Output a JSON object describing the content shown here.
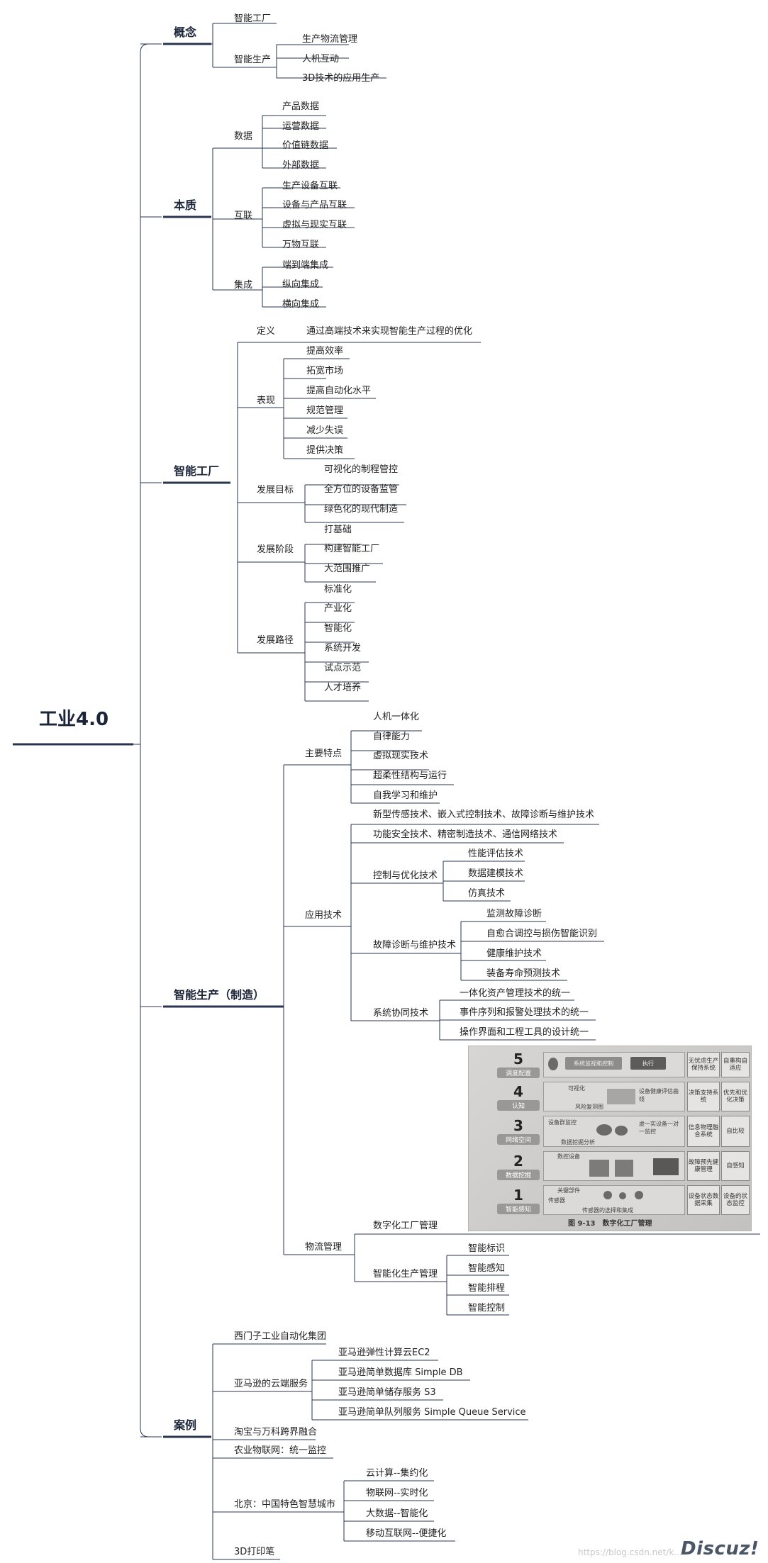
{
  "root": "工业4.0",
  "branches": {
    "concept": {
      "title": "概念",
      "smart_factory": "智能工厂",
      "smart_production": "智能生产",
      "production_items": [
        "生产物流管理",
        "人机互动",
        "3D技术的应用生产"
      ]
    },
    "essence": {
      "title": "本质",
      "data_label": "数据",
      "data_items": [
        "产品数据",
        "运营数据",
        "价值链数据",
        "外部数据"
      ],
      "interconnect_label": "互联",
      "interconnect_items": [
        "生产设备互联",
        "设备与产品互联",
        "虚拟与现实互联",
        "万物互联"
      ],
      "integration_label": "集成",
      "integration_items": [
        "端到端集成",
        "纵向集成",
        "横向集成"
      ]
    },
    "smart_factory": {
      "title": "智能工厂",
      "definition_label": "定义",
      "definition_text": "通过高端技术来实现智能生产过程的优化",
      "perf_label": "表现",
      "perf_items": [
        "提高效率",
        "拓宽市场",
        "提高自动化水平",
        "规范管理",
        "减少失误",
        "提供决策"
      ],
      "goal_label": "发展目标",
      "goal_items": [
        "可视化的制程管控",
        "全方位的设备监管",
        "绿色化的现代制造"
      ],
      "stage_label": "发展阶段",
      "stage_items": [
        "打基础",
        "构建智能工厂",
        "大范围推广"
      ],
      "path_label": "发展路径",
      "path_items": [
        "标准化",
        "产业化",
        "智能化",
        "系统开发",
        "试点示范",
        "人才培养"
      ]
    },
    "smart_production": {
      "title": "智能生产（制造）",
      "features_label": "主要特点",
      "features_items": [
        "人机一体化",
        "自律能力",
        "虚拟现实技术",
        "超柔性结构与运行",
        "自我学习和维护"
      ],
      "apptech_label": "应用技术",
      "apptech_line1": "新型传感技术、嵌入式控制技术、故障诊断与维护技术",
      "apptech_line2": "功能安全技术、精密制造技术、通信网络技术",
      "control_label": "控制与优化技术",
      "control_items": [
        "性能评估技术",
        "数据建模技术",
        "仿真技术"
      ],
      "fault_label": "故障诊断与维护技术",
      "fault_items": [
        "监测故障诊断",
        "自愈合调控与损伤智能识别",
        "健康维护技术",
        "装备寿命预测技术"
      ],
      "sync_label": "系统协同技术",
      "sync_items": [
        "一体化资产管理技术的统一",
        "事件序列和报警处理技术的统一",
        "操作界面和工程工具的设计统一"
      ],
      "logistics_label": "物流管理",
      "digital_factory": "数字化工厂管理",
      "smart_mgmt_label": "智能化生产管理",
      "smart_mgmt_items": [
        "智能标识",
        "智能感知",
        "智能排程",
        "智能控制"
      ]
    },
    "cases": {
      "title": "案例",
      "siemens": "西门子工业自动化集团",
      "amazon_label": "亚马逊的云端服务",
      "amazon_items": [
        "亚马逊弹性计算云EC2",
        "亚马逊简单数据库 Simple DB",
        "亚马逊简单储存服务 S3",
        "亚马逊简单队列服务 Simple Queue Service"
      ],
      "taobao": "淘宝与万科跨界融合",
      "agri": "农业物联网：统一监控",
      "beijing_label": "北京：中国特色智慧城市",
      "beijing_items": [
        "云计算--集约化",
        "物联网--实时化",
        "大数据--智能化",
        "移动互联网--便捷化"
      ],
      "printing": "3D打印笔"
    }
  },
  "figure": {
    "levels": [
      {
        "num": "5",
        "name": "调度配置"
      },
      {
        "num": "4",
        "name": "认知"
      },
      {
        "num": "3",
        "name": "网络空间"
      },
      {
        "num": "2",
        "name": "数据挖掘"
      },
      {
        "num": "1",
        "name": "智能感知"
      }
    ],
    "top_boxes": [
      "系统监视和控制",
      "执行"
    ],
    "level_small_labels": [
      "可视化",
      "风险复测图",
      "设备健康评估曲线",
      "设备群监控",
      "数据挖掘分析",
      "虚一实设备一对一监控",
      "数控设备",
      "关键部件",
      "传感器",
      "传感器的选择和集成"
    ],
    "col1": [
      "无忧虑生产保持系统",
      "决策支持系统",
      "信息物理融合系统",
      "故障预先健康管理",
      "设备状态数据采集"
    ],
    "col2": [
      "自重构自适应",
      "优先和优化决策",
      "自比较",
      "自感知",
      "设备的状态监控"
    ],
    "caption": "图 9-13　数字化工厂管理"
  },
  "watermark": "https://blog.csdn.net/k...",
  "logo": "Discuz!"
}
